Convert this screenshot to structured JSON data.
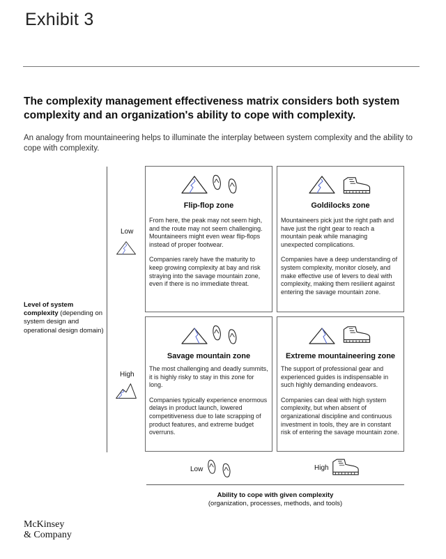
{
  "exhibit": "Exhibit 3",
  "headline": "The complexity management effectiveness matrix considers both system complexity and an organization's ability to cope with complexity.",
  "subtitle": "An analogy from mountaineering helps to illuminate the interplay between system complexity and the ability to cope with complexity.",
  "y_axis": {
    "label_bold": "Level of system complexity",
    "label_rest": " (depending on system design and operational design domain)",
    "low": "Low",
    "high": "High"
  },
  "x_axis": {
    "label_bold": "Ability to cope with given complexity",
    "label_rest": "(organization, processes, methods, and tools)",
    "low": "Low",
    "high": "High"
  },
  "zones": {
    "flip_flop": {
      "title": "Flip-flop zone",
      "p1": "From here, the peak may not seem high, and the route may not seem challenging. Mountaineers might even wear flip-flops instead of proper footwear.",
      "p2": "Companies rarely have the maturity to keep growing complexity at bay and risk straying into the savage mountain zone, even if there is no immediate threat."
    },
    "goldilocks": {
      "title": "Goldilocks zone",
      "p1": "Mountaineers pick just the right path and have just the right gear to reach a mountain peak while managing unexpected complications.",
      "p2": "Companies have a deep understanding of system complexity, monitor closely, and make effective use of levers to deal with complexity, making them resilient against entering the savage mountain zone."
    },
    "savage": {
      "title": "Savage mountain zone",
      "p1": "The most challenging and deadly summits, it is highly risky to stay in this zone for long.",
      "p2": "Companies typically experience enormous delays in product launch, lowered competitiveness due to late scrapping of product features, and extreme budget overruns."
    },
    "extreme": {
      "title": "Extreme mountaineering zone",
      "p1": "The support of professional gear and experienced guides is indispensable in such highly demanding endeavors.",
      "p2": "Companies can deal with high system complexity, but when absent of organizational discipline and continuous investment in tools, they are in constant risk of entering the savage mountain zone."
    }
  },
  "logo": {
    "line1": "McKinsey",
    "line2": "& Company"
  },
  "colors": {
    "ink": "#111111",
    "accent": "#5b6fd6",
    "border": "#666666"
  }
}
